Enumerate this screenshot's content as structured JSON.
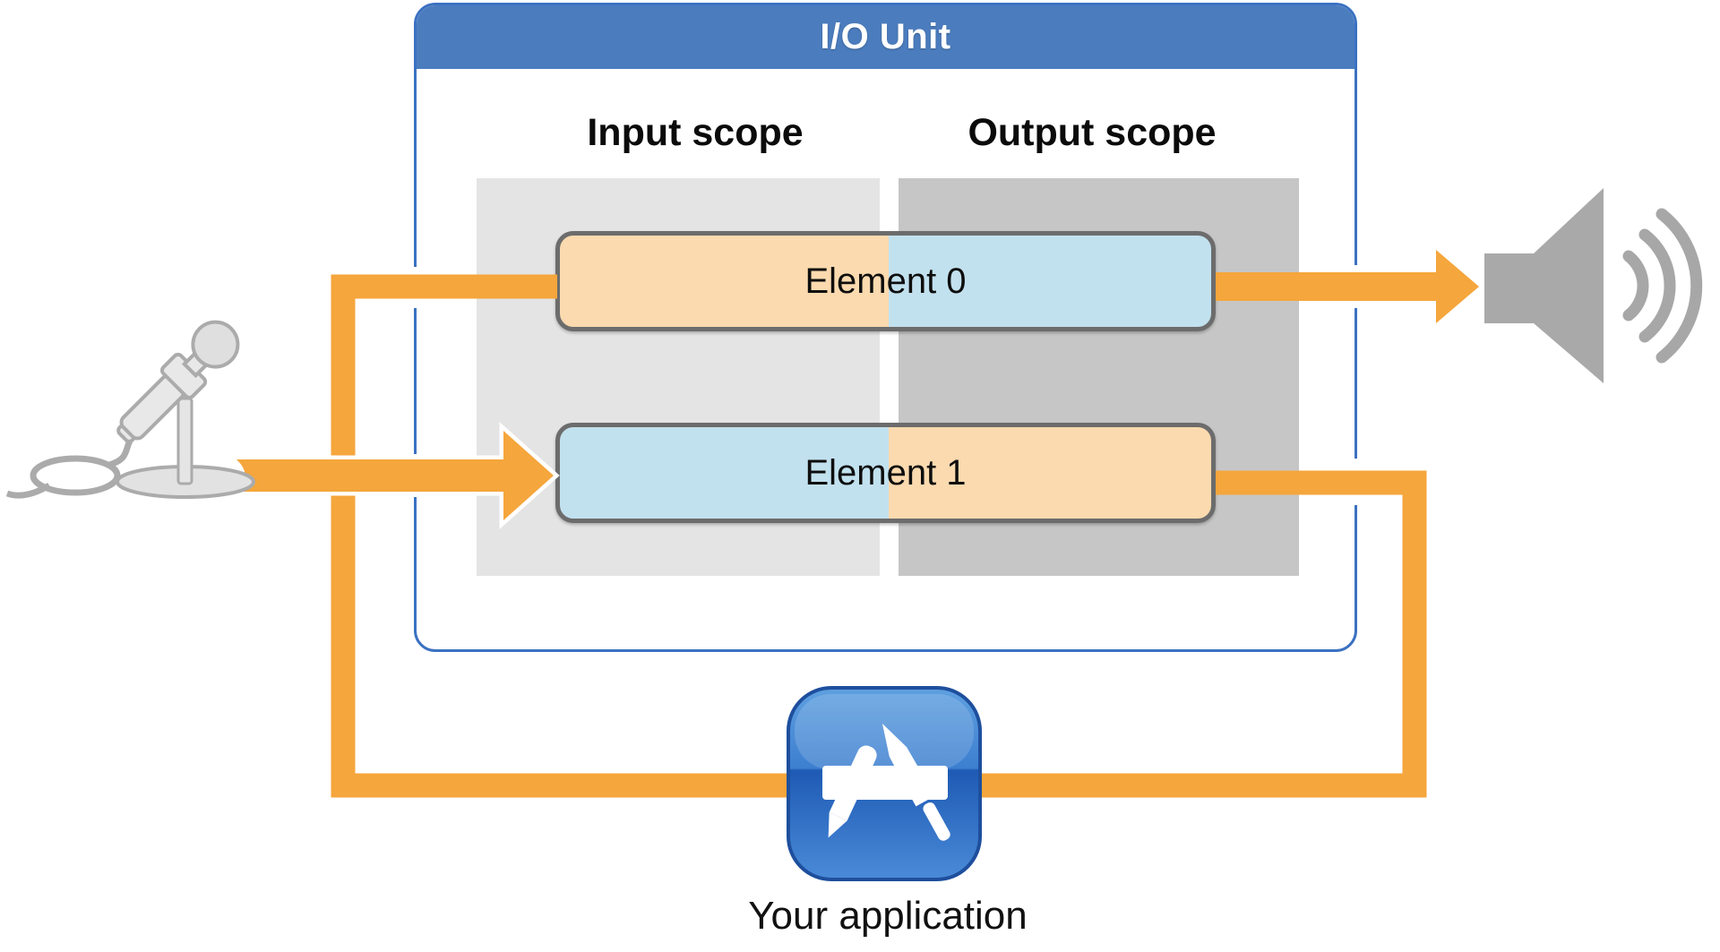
{
  "diagram": {
    "box_title": "I/O Unit",
    "input_scope_label": "Input scope",
    "output_scope_label": "Output scope",
    "element0_label": "Element 0",
    "element1_label": "Element 1",
    "app_label": "Your application",
    "icons": {
      "microphone": "microphone-icon",
      "speaker": "speaker-icon",
      "application": "app-store-icon",
      "flow": "orange-signal-flow-arrows"
    },
    "colors": {
      "header_blue": "#4B7DBE",
      "box_border_blue": "#3B71C2",
      "flow_orange": "#F5A63C",
      "element_peach_fill": "#FBDAAF",
      "element_blue_fill": "#C2E1EE",
      "panel_light_gray": "#E4E4E4",
      "panel_dark_gray": "#C6C6C6",
      "element_border_gray": "#6C6C6C",
      "device_gray": "#A9A9A9",
      "app_icon_blue_top": "#5FA0E0",
      "app_icon_blue_bottom": "#1E5AB4"
    }
  }
}
